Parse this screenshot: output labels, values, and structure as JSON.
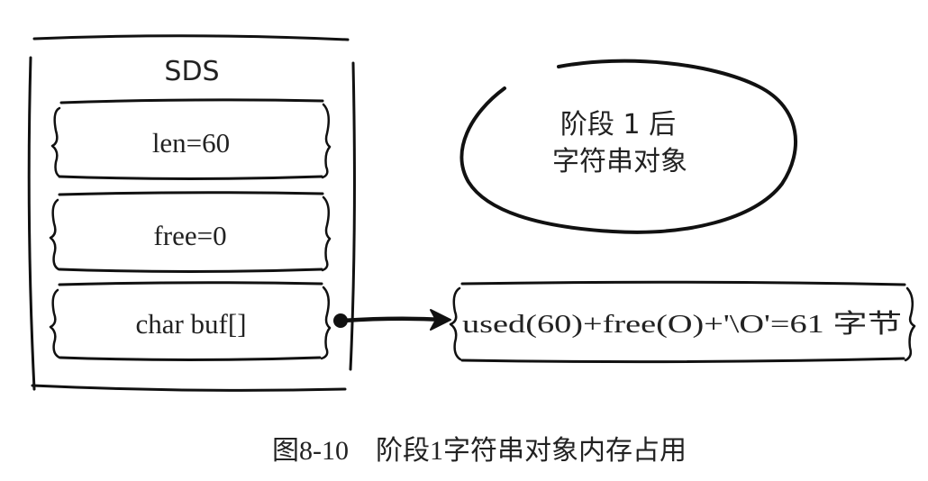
{
  "diagram": {
    "sds": {
      "title": "SDS",
      "fields": {
        "len": "len=60",
        "free": "free=0",
        "buf": "char buf[]"
      }
    },
    "buffer_label": "used(60)+free(O)+'\\O'=61 字节",
    "cloud_label": {
      "line1": "阶段 1 后",
      "line2": "字符串对象"
    },
    "caption": "图8-10　阶段1字符串对象内存占用"
  },
  "colors": {
    "ink": "#111111",
    "text": "#222222",
    "background": "#ffffff"
  }
}
